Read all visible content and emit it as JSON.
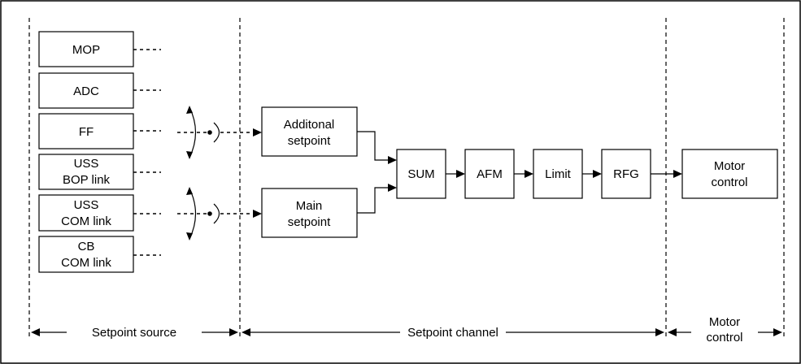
{
  "sources": [
    {
      "id": "mop",
      "lines": [
        "MOP"
      ]
    },
    {
      "id": "adc",
      "lines": [
        "ADC"
      ]
    },
    {
      "id": "ff",
      "lines": [
        "FF"
      ]
    },
    {
      "id": "uss-bop",
      "lines": [
        "USS",
        "BOP link"
      ]
    },
    {
      "id": "uss-com",
      "lines": [
        "USS",
        "COM link"
      ]
    },
    {
      "id": "cb-com",
      "lines": [
        "CB",
        "COM link"
      ]
    }
  ],
  "setpoints": {
    "additional": [
      "Additonal",
      "setpoint"
    ],
    "main": [
      "Main",
      "setpoint"
    ]
  },
  "chain": [
    "SUM",
    "AFM",
    "Limit",
    "RFG"
  ],
  "motor_control_box": [
    "Motor",
    "control"
  ],
  "sections": {
    "setpoint_source": "Setpoint source",
    "setpoint_channel": "Setpoint channel",
    "motor_control": [
      "Motor",
      "control"
    ]
  }
}
